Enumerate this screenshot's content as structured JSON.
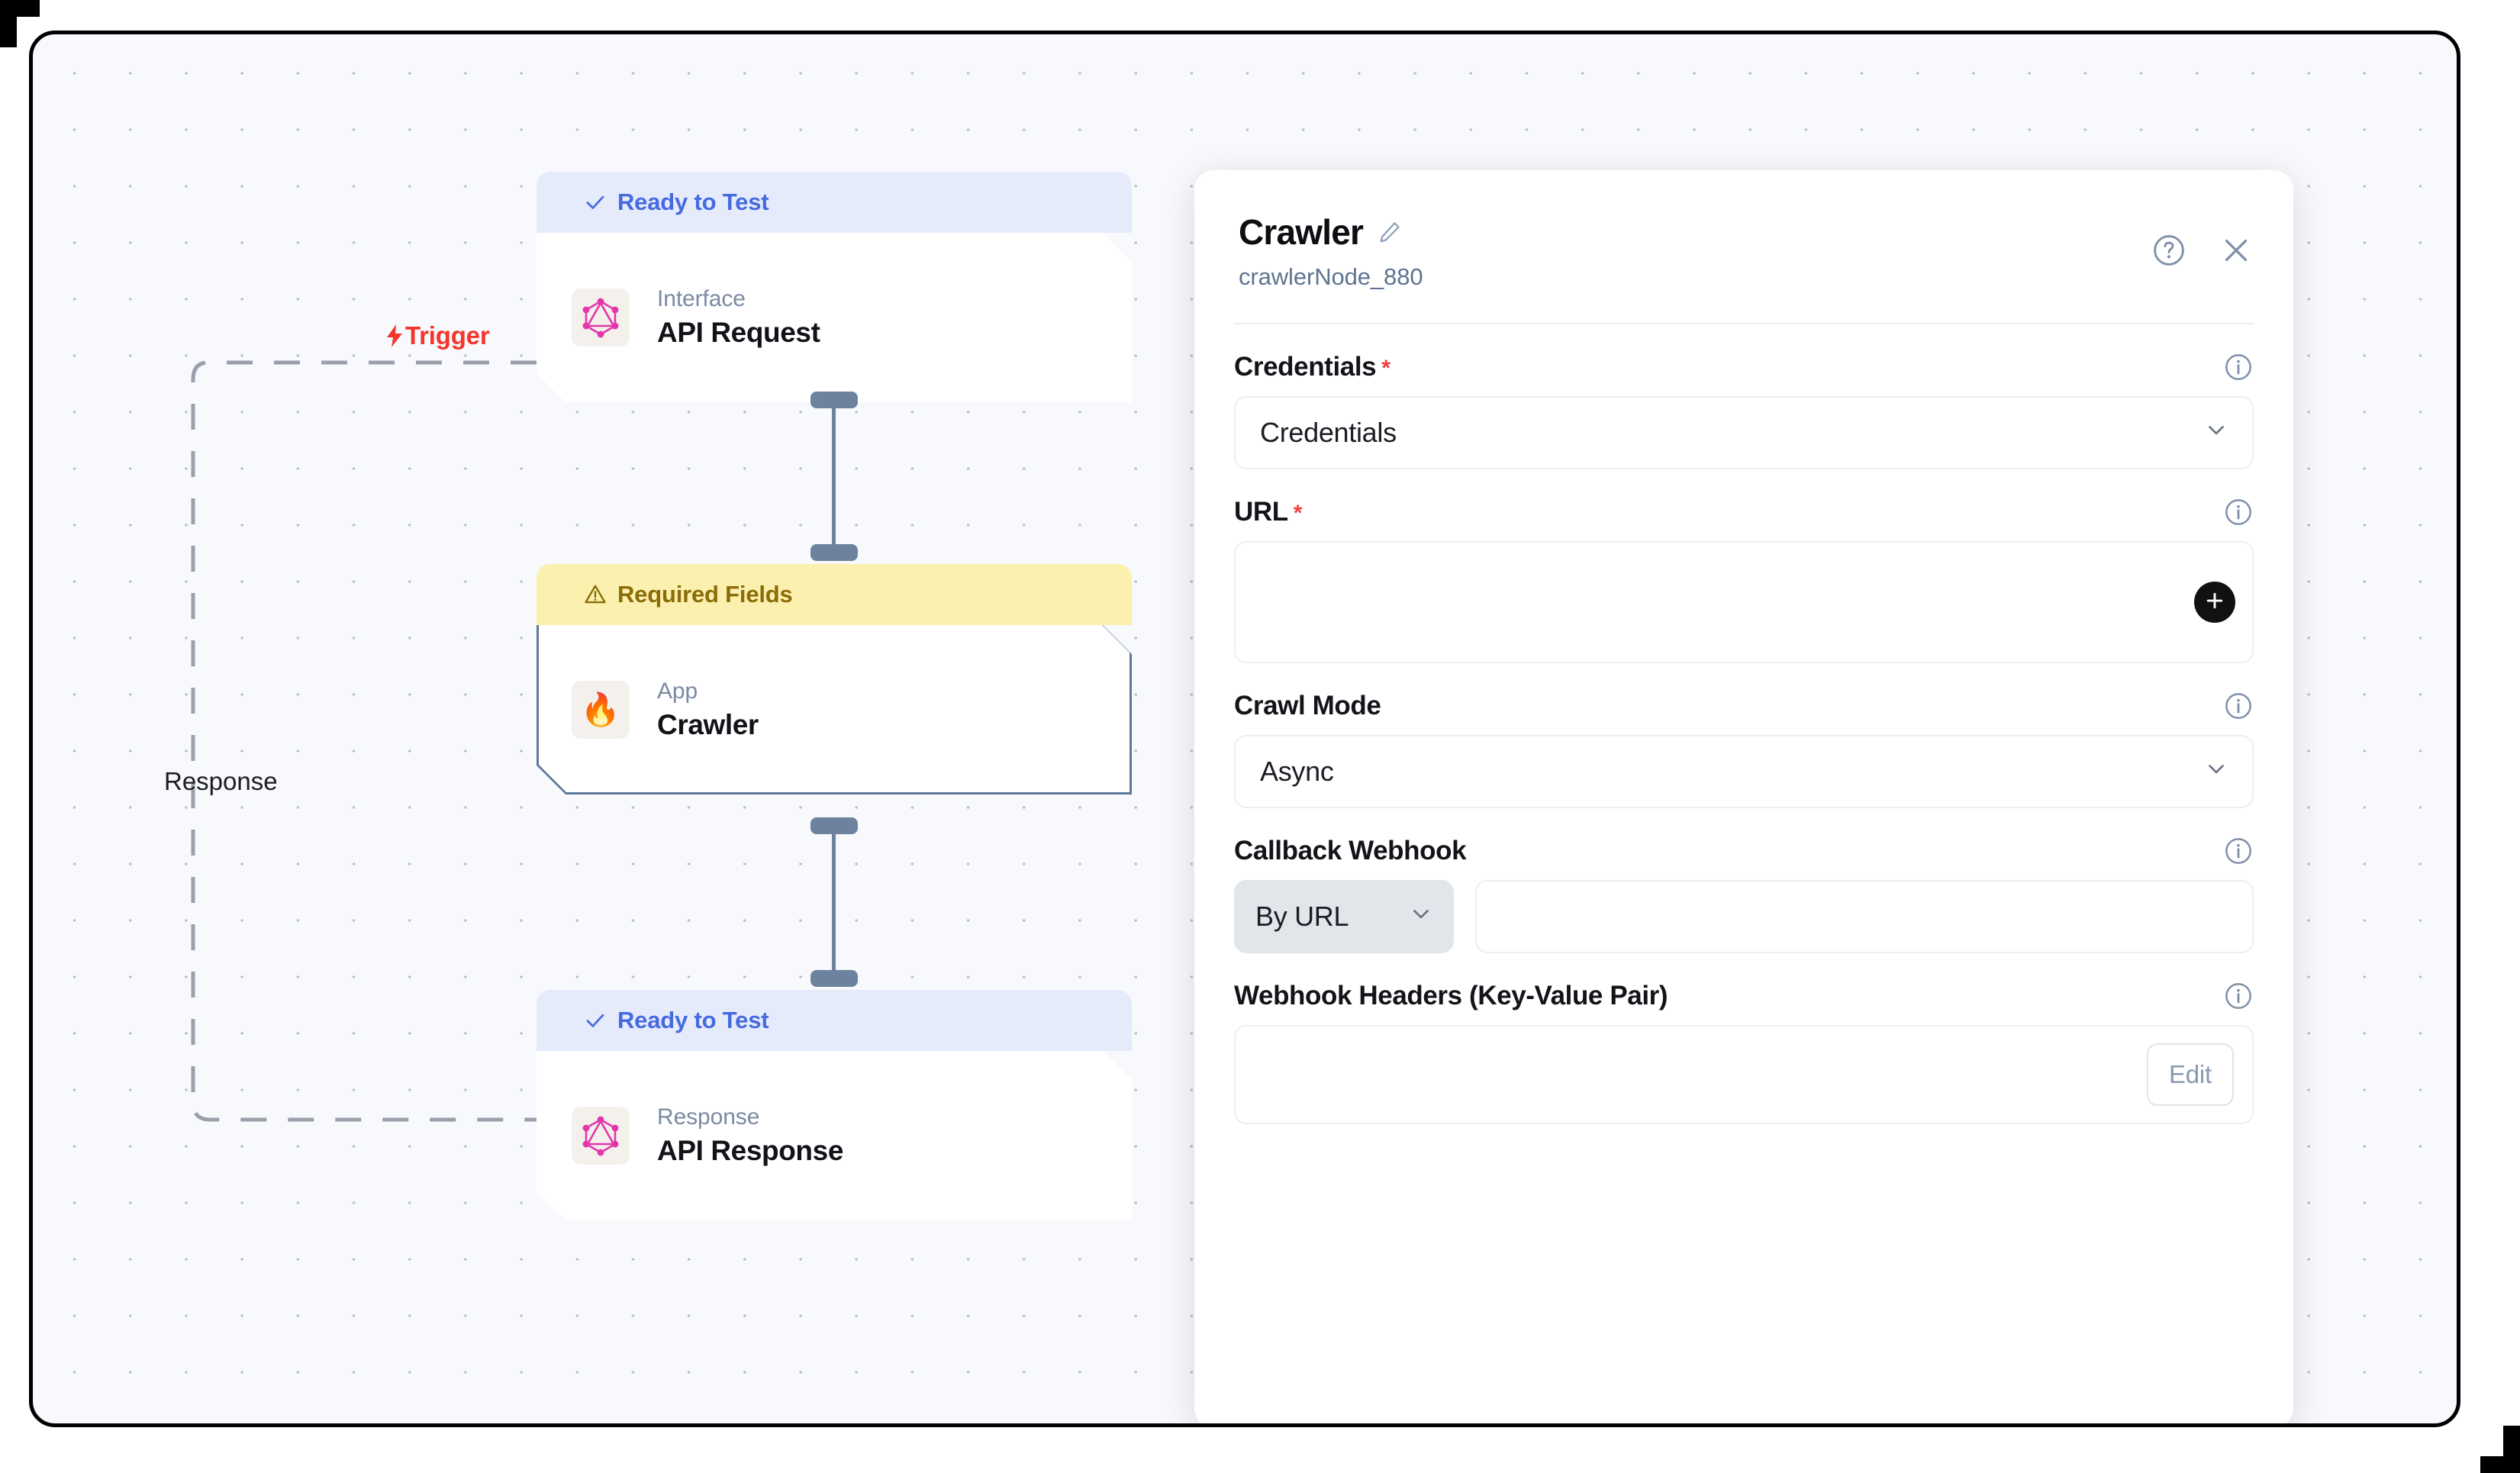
{
  "canvas": {
    "trigger_label": "Trigger",
    "response_label": "Response",
    "nodes": [
      {
        "status": "Ready to Test",
        "status_type": "ready",
        "kind": "Interface",
        "title": "API Request",
        "icon": "graphql-icon"
      },
      {
        "status": "Required Fields",
        "status_type": "warning",
        "kind": "App",
        "title": "Crawler",
        "icon": "flame-icon"
      },
      {
        "status": "Ready to Test",
        "status_type": "ready",
        "kind": "Response",
        "title": "API Response",
        "icon": "graphql-icon"
      }
    ]
  },
  "panel": {
    "title": "Crawler",
    "subtitle": "crawlerNode_880",
    "edit_icon": "pencil-icon",
    "help_icon": "question-circle-icon",
    "close_icon": "close-icon",
    "fields": {
      "credentials": {
        "label": "Credentials",
        "required": "*",
        "value": "Credentials",
        "info_icon": "info-icon",
        "chevron_icon": "chevron-down-icon"
      },
      "url": {
        "label": "URL",
        "required": "*",
        "value": "",
        "info_icon": "info-icon",
        "add_icon": "plus-icon"
      },
      "crawl_mode": {
        "label": "Crawl Mode",
        "value": "Async",
        "info_icon": "info-icon",
        "chevron_icon": "chevron-down-icon"
      },
      "callback_webhook": {
        "label": "Callback Webhook",
        "mode_value": "By URL",
        "url_value": "",
        "info_icon": "info-icon",
        "chevron_icon": "chevron-down-icon"
      },
      "webhook_headers": {
        "label": "Webhook Headers (Key-Value Pair)",
        "edit_label": "Edit",
        "info_icon": "info-icon"
      }
    }
  },
  "colors": {
    "accent_blue": "#466ae0",
    "warning_yellow": "#fbf0ae",
    "warning_text": "#8a6d09",
    "trigger_red": "#f4352c",
    "node_border_selected": "#5e7898",
    "graphql_pink": "#e535ab",
    "handle": "#6c829e"
  }
}
